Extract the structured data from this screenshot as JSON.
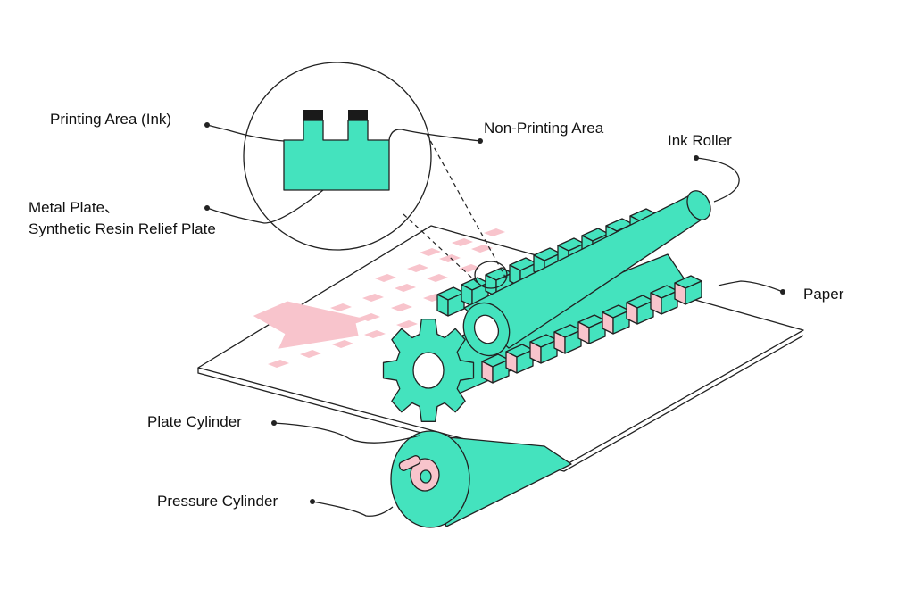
{
  "labels": {
    "printing_area": "Printing Area (Ink)",
    "non_printing_area": "Non-Printing Area",
    "ink_roller": "Ink Roller",
    "metal_plate": "Metal Plate、",
    "resin_relief_plate": "Synthetic Resin Relief Plate",
    "paper": "Paper",
    "plate_cylinder": "Plate Cylinder",
    "pressure_cylinder": "Pressure Cylinder"
  },
  "colors": {
    "mint": "#44E3BE",
    "pink": "#F8C4CC",
    "ink": "#222222",
    "paper": "#FFFFFF"
  }
}
